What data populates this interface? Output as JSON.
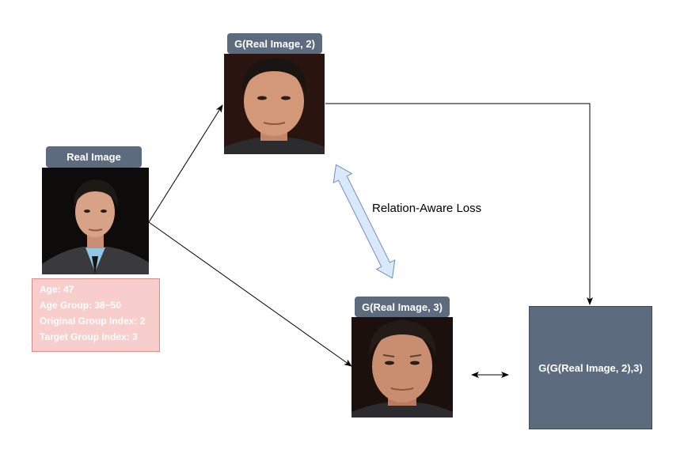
{
  "real_image": {
    "label": "Real Image",
    "info": {
      "age": "Age: 47",
      "age_group": "Age Group: 38~50",
      "original_group_index": "Original Group Index: 2",
      "target_group_index": "Target Group Index: 3"
    }
  },
  "generated_2": {
    "label": "G(Real Image, 2)"
  },
  "generated_3": {
    "label": "G(Real Image, 3)"
  },
  "cycle_output": {
    "label": "G(G(Real Image, 2),3)"
  },
  "loss": {
    "label": "Relation-Aware Loss"
  },
  "colors": {
    "label_fill": "#5d6b7f",
    "info_fill": "#f8cecc",
    "info_border": "#e08a86",
    "loss_arrow_fill": "#dae8fc",
    "loss_arrow_stroke": "#6c8ebf"
  }
}
